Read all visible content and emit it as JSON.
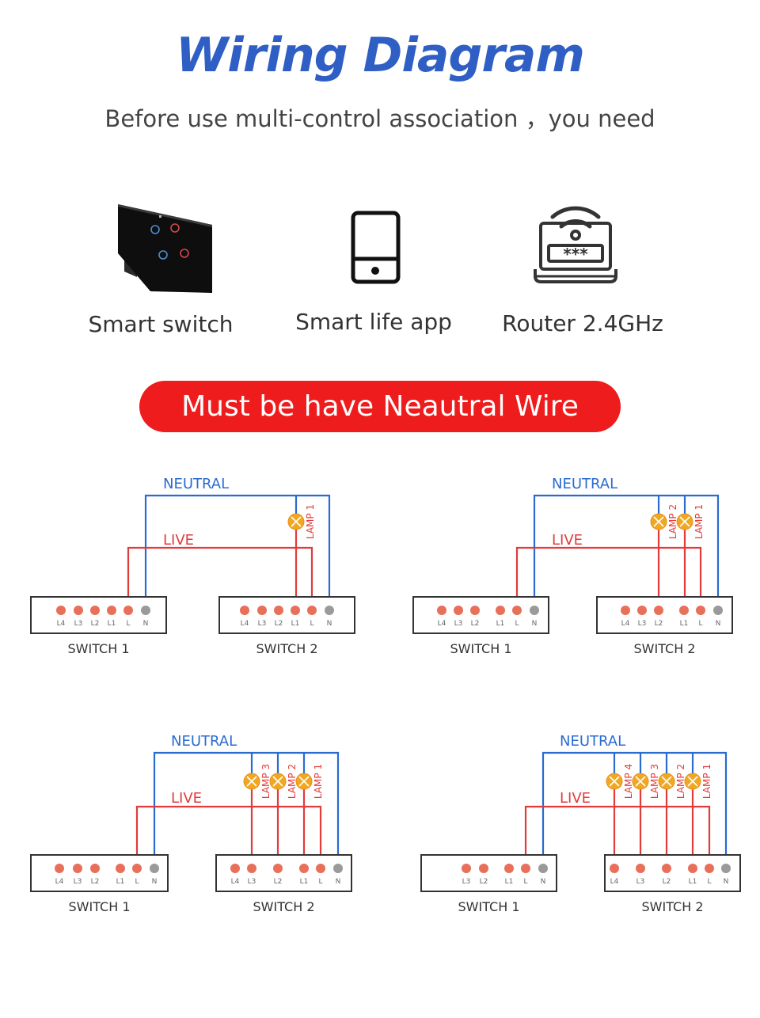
{
  "header": {
    "title": "Wiring Diagram",
    "subtitle": "Before use multi-control association ，you need"
  },
  "requirements": [
    {
      "label": "Smart switch",
      "icon": "smart-switch-panel-icon"
    },
    {
      "label": "Smart life app",
      "icon": "smartphone-icon"
    },
    {
      "label": "Router 2.4GHz",
      "icon": "wifi-router-icon"
    }
  ],
  "banner": {
    "text": "Must be have Neautral Wire"
  },
  "colors": {
    "title": "#2f5fc4",
    "banner": "#ee1c1c",
    "neutral_wire": "#2a6bd0",
    "live_wire": "#e23b3b",
    "terminal_dot": "#e8705a",
    "neutral_dot": "#9a9a9a",
    "lamp": "#f0a822"
  },
  "diagrams": [
    {
      "neutral_label": "NEUTRAL",
      "live_label": "LIVE",
      "switch1": {
        "label": "SWITCH 1",
        "terminals": [
          "L4",
          "L3",
          "L2",
          "L1",
          "L",
          "N"
        ]
      },
      "switch2": {
        "label": "SWITCH 2",
        "terminals": [
          "L4",
          "L3",
          "L2",
          "L1",
          "L",
          "N"
        ]
      },
      "lamps": [
        "LAMP 1"
      ]
    },
    {
      "neutral_label": "NEUTRAL",
      "live_label": "LIVE",
      "switch1": {
        "label": "SWITCH 1",
        "terminals": [
          "L4",
          "L3",
          "L2",
          "L1",
          "L",
          "N"
        ]
      },
      "switch2": {
        "label": "SWITCH 2",
        "terminals": [
          "L4",
          "L3",
          "L2",
          "L1",
          "L",
          "N"
        ]
      },
      "lamps": [
        "LAMP 2",
        "LAMP 1"
      ]
    },
    {
      "neutral_label": "NEUTRAL",
      "live_label": "LIVE",
      "switch1": {
        "label": "SWITCH 1",
        "terminals": [
          "L4",
          "L3",
          "L2",
          "L1",
          "L",
          "N"
        ]
      },
      "switch2": {
        "label": "SWITCH 2",
        "terminals": [
          "L4",
          "L3",
          "L2",
          "L1",
          "L",
          "N"
        ]
      },
      "lamps": [
        "LAMP 3",
        "LAMP 2",
        "LAMP 1"
      ]
    },
    {
      "neutral_label": "NEUTRAL",
      "live_label": "LIVE",
      "switch1": {
        "label": "SWITCH 1",
        "terminals": [
          "L3",
          "L2",
          "L1",
          "L",
          "N"
        ]
      },
      "switch2": {
        "label": "SWITCH 2",
        "terminals": [
          "L4",
          "L3",
          "L2",
          "L1",
          "L",
          "N"
        ]
      },
      "lamps": [
        "LAMP 4",
        "LAMP 3",
        "LAMP 2",
        "LAMP 1"
      ]
    }
  ]
}
